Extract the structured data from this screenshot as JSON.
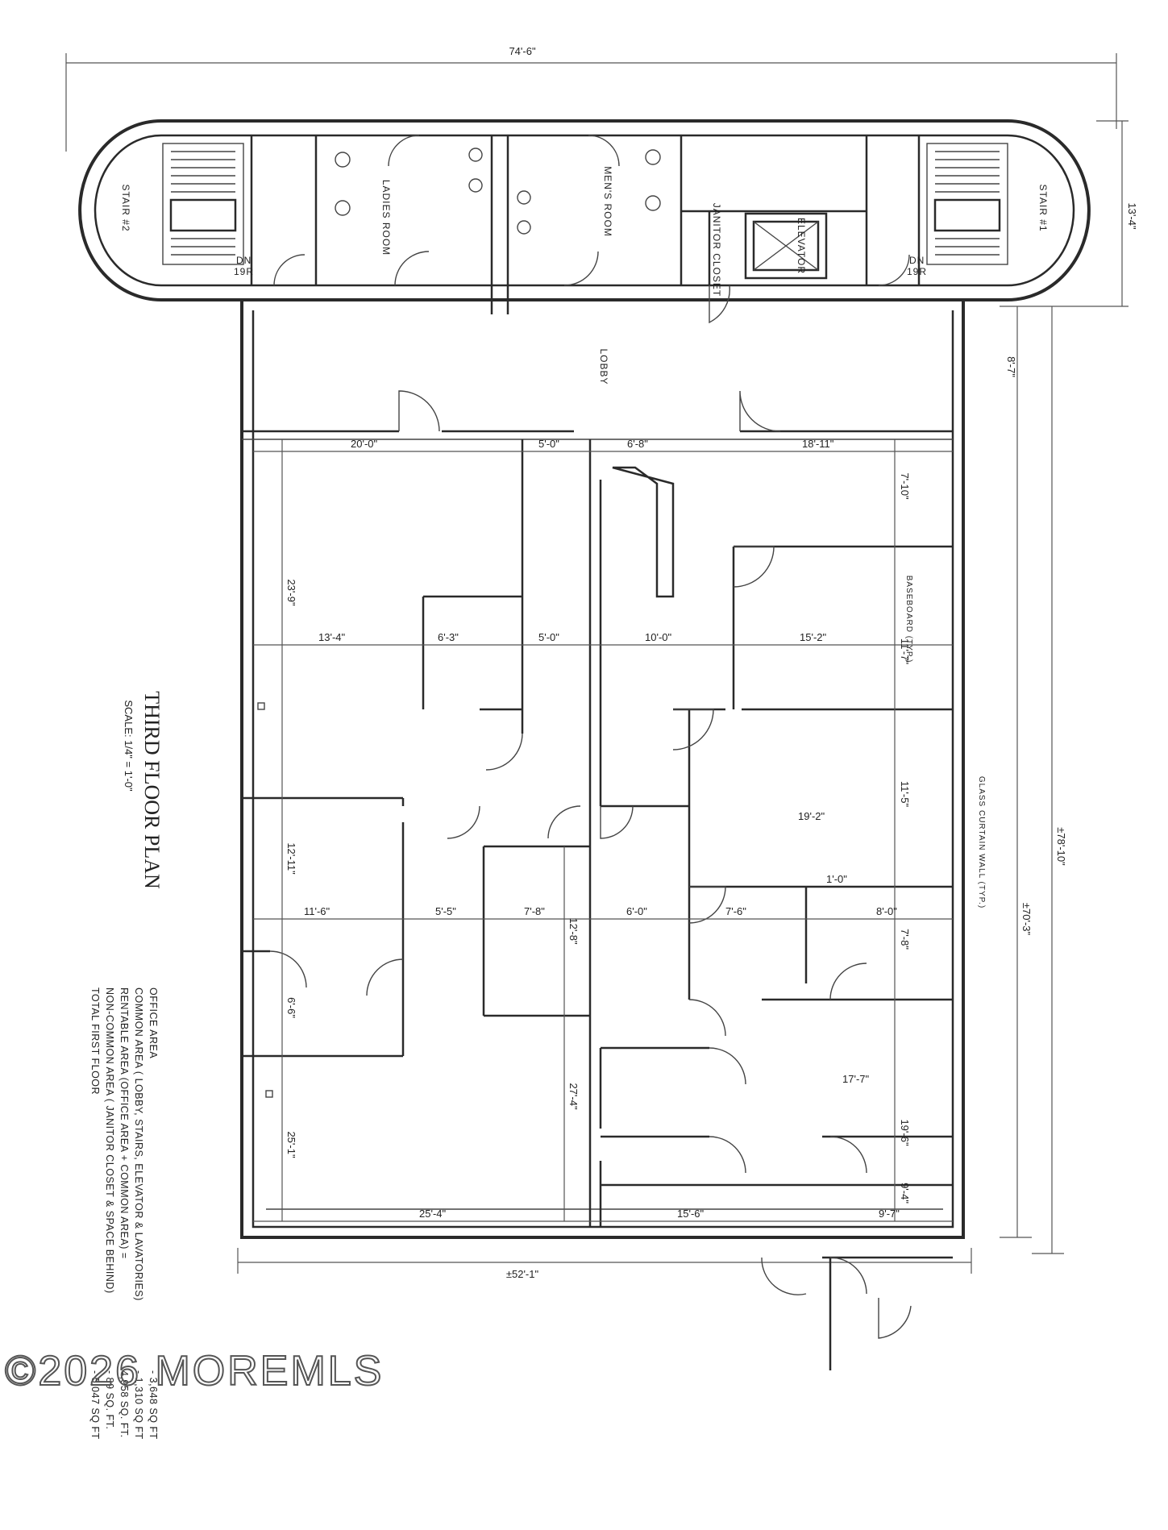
{
  "plan": {
    "title": "THIRD FLOOR PLAN",
    "scale": "SCALE: 1/4\" = 1'-0\"",
    "overall_width": "74'-6\"",
    "core_depth": "13'-4\"",
    "lobby_depth": "8'-7\"",
    "overall_depth": "±78'-10\"",
    "office_depth": "±70'-3\"",
    "office_width": "±52'-1\""
  },
  "rooms": {
    "stair2": "STAIR #2",
    "stair1": "STAIR #1",
    "stair2_dn": "DN",
    "stair2_risers": "19R",
    "stair1_dn": "DN",
    "stair1_risers": "19R",
    "ladies": "LADIES ROOM",
    "mens": "MEN'S ROOM",
    "janitor": "JANITOR CLOSET",
    "elevator": "ELEVATOR",
    "lobby": "LOBBY"
  },
  "dims": {
    "d01": "20'-0\"",
    "d02": "5'-0\"",
    "d03": "6'-8\"",
    "d04": "18'-11\"",
    "d05": "7'-10\"",
    "d06": "23'-9\"",
    "d07": "13'-4\"",
    "d08": "6'-3\"",
    "d09": "5'-0\"",
    "d10": "10'-0\"",
    "d11": "15'-2\"",
    "d12": "11'-7\"",
    "d13": "11'-5\"",
    "d14": "19'-2\"",
    "d15": "12'-11\"",
    "d16": "11'-6\"",
    "d17": "5'-5\"",
    "d18": "7'-8\"",
    "d19": "12'-8\"",
    "d20": "6'-0\"",
    "d21": "7'-6\"",
    "d22": "8'-0\"",
    "d23": "7'-8\"",
    "d24": "6'-6\"",
    "d25": "17'-7\"",
    "d26": "19'-6\"",
    "d27": "25'-1\"",
    "d28": "27'-4\"",
    "d29": "9'-4\"",
    "d30": "25'-4\"",
    "d31": "15'-6\"",
    "d32": "9'-7\"",
    "d33": "1'-0\""
  },
  "notes": {
    "baseboard": "BASEBOARD (TYP.)",
    "glass": "GLASS CURTAIN WALL (TYP.)"
  },
  "areas": [
    {
      "label": "OFFICE AREA",
      "value": "- 3,648 SQ FT"
    },
    {
      "label": "COMMON AREA ( LOBBY, STAIRS, ELEVATOR & LAVATORIES)",
      "value": "- 1,310 SQ FT"
    },
    {
      "label": "RENTABLE AREA (OFFICE AREA + COMMON AREA) =",
      "value": "4,958 SQ. FT."
    },
    {
      "label": "NON-COMMON AREA ( JANITOR CLOSET & SPACE BEHIND)",
      "value": "- 89 SQ. FT."
    },
    {
      "label": "TOTAL FIRST FLOOR",
      "value": "- 5,047 SQ FT"
    }
  ],
  "watermark": "©2026 MOREMLS"
}
